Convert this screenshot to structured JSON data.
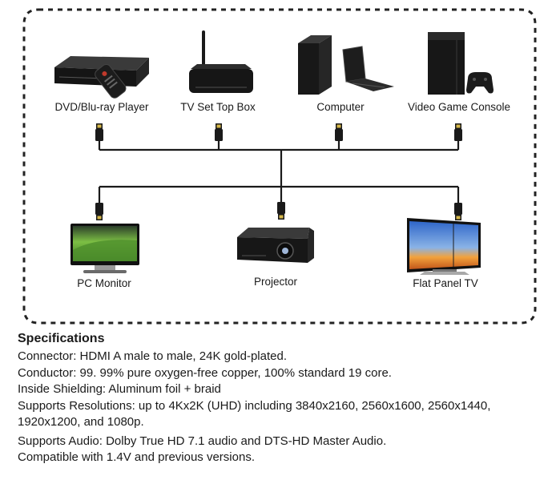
{
  "colors": {
    "frame": "#222222",
    "cable": "#1a1a1a",
    "device_body": "#161616",
    "screen_top": "#3a7bd5",
    "screen_bottom": "#f08a24",
    "monitor_green": "#6fae3c"
  },
  "sources": [
    {
      "label": "DVD/Blu-ray Player",
      "icon": "bluray-player-icon"
    },
    {
      "label": "TV Set Top Box",
      "icon": "set-top-box-icon"
    },
    {
      "label": "Computer",
      "icon": "computer-icon"
    },
    {
      "label": "Video Game Console",
      "icon": "game-console-icon"
    }
  ],
  "displays": [
    {
      "label": "PC Monitor",
      "icon": "pc-monitor-icon"
    },
    {
      "label": "Projector",
      "icon": "projector-icon"
    },
    {
      "label": "Flat Panel TV",
      "icon": "flat-panel-tv-icon"
    }
  ],
  "specs": {
    "title": "Specifications",
    "lines": [
      "Connector: HDMI A male to male, 24K gold-plated.",
      "Conductor: 99. 99% pure oxygen-free copper, 100% standard 19 core.",
      "Inside Shielding: Aluminum foil + braid",
      "Supports Resolutions: up to 4Kx2K (UHD) including 3840x2160, 2560x1600, 2560x1440,",
      "1920x1200, and 1080p.",
      "Supports Audio: Dolby True HD 7.1 audio and DTS-HD Master Audio.",
      "Compatible with 1.4V and previous versions."
    ]
  }
}
